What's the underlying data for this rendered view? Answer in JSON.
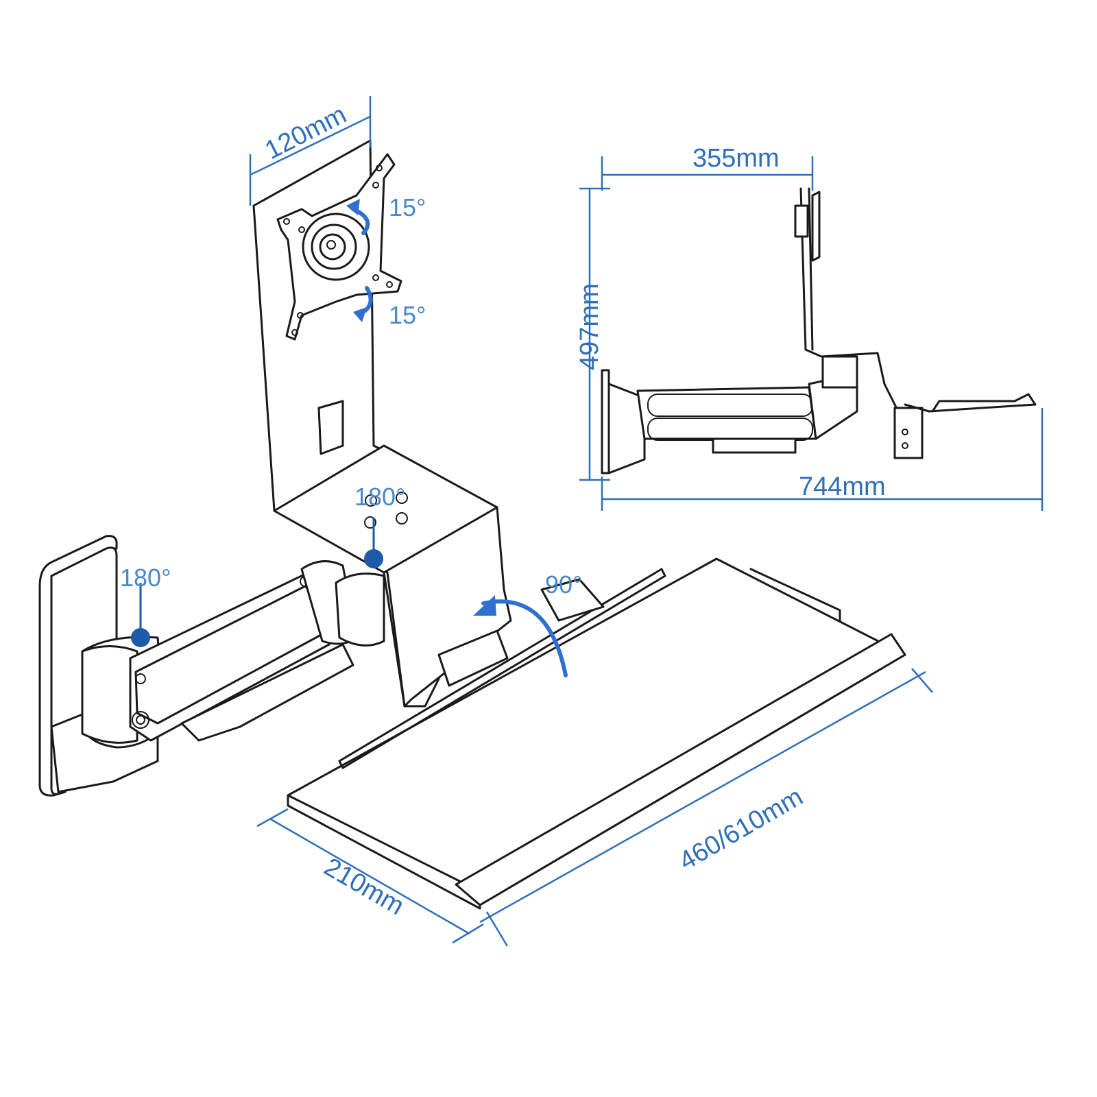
{
  "dimensions": {
    "plate_width": "120mm",
    "arm_reach": "355mm",
    "height": "497mm",
    "total_depth": "744mm",
    "tray_depth": "210mm",
    "tray_width": "460/610mm"
  },
  "rotations": {
    "tilt_up": "15°",
    "tilt_down": "15°",
    "plate_swivel": "180°",
    "wall_swivel": "180°",
    "tray_swivel": "90°"
  },
  "colors": {
    "dimension_line": "#2f6fb5",
    "rotation_arrow": "#2f6fd0",
    "pivot_marker": "#1e5aa8",
    "outline": "#1a1a1a"
  }
}
